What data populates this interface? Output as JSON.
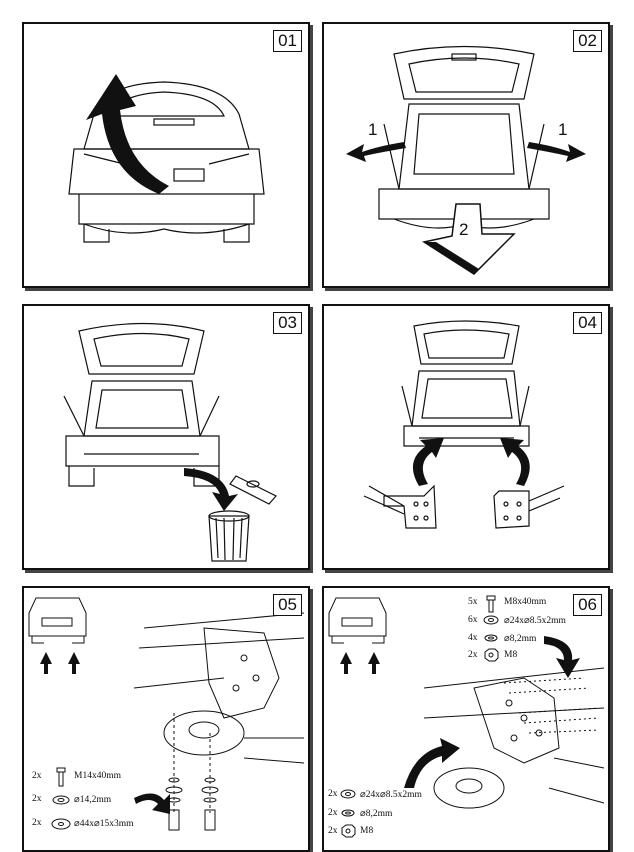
{
  "panels": [
    {
      "num": "01"
    },
    {
      "num": "02",
      "arrow_labels": [
        "1",
        "1",
        "2"
      ]
    },
    {
      "num": "03"
    },
    {
      "num": "04"
    },
    {
      "num": "05",
      "parts": [
        {
          "qty": "2x",
          "spec": "M14x40mm",
          "icon": "bolt-icon"
        },
        {
          "qty": "2x",
          "spec": "⌀14,2mm",
          "icon": "washer-icon"
        },
        {
          "qty": "2x",
          "spec": "⌀44x⌀15x3mm",
          "icon": "large-washer-icon"
        }
      ]
    },
    {
      "num": "06",
      "parts_top": [
        {
          "qty": "5x",
          "spec": "M8x40mm",
          "icon": "bolt-icon"
        },
        {
          "qty": "6x",
          "spec": "⌀24x⌀8.5x2mm",
          "icon": "washer-icon"
        },
        {
          "qty": "4x",
          "spec": "⌀8,2mm",
          "icon": "spring-washer-icon"
        },
        {
          "qty": "2x",
          "spec": "M8",
          "icon": "nut-icon"
        }
      ],
      "parts_bottom": [
        {
          "qty": "2x",
          "spec": "⌀24x⌀8.5x2mm",
          "icon": "washer-icon"
        },
        {
          "qty": "2x",
          "spec": "⌀8,2mm",
          "icon": "spring-washer-icon"
        },
        {
          "qty": "2x",
          "spec": "M8",
          "icon": "nut-icon"
        }
      ]
    }
  ]
}
